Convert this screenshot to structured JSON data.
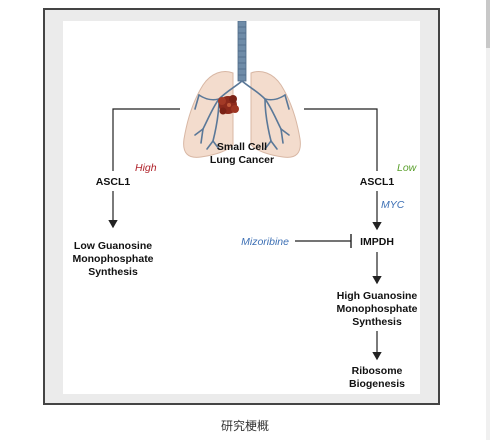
{
  "diagram": {
    "center_label_line1": "Small Cell",
    "center_label_line2": "Lung Cancer",
    "left": {
      "ascl1": "ASCL1",
      "level": "High",
      "outcome_line1": "Low Guanosine",
      "outcome_line2": "Monophosphate",
      "outcome_line3": "Synthesis"
    },
    "right": {
      "ascl1": "ASCL1",
      "level": "Low",
      "myc": "MYC",
      "inhibitor": "Mizoribine",
      "enzyme": "IMPDH",
      "outcome_line1": "High Guanosine",
      "outcome_line2": "Monophosphate",
      "outcome_line3": "Synthesis",
      "final_line1": "Ribosome",
      "final_line2": "Biogenesis"
    },
    "colors": {
      "high": "#b0222a",
      "low": "#5aa02c",
      "blue": "#3c6fb4",
      "lung_fill": "#f3dccd",
      "airway": "#5a7898",
      "tumor": "#8c2a1c"
    }
  },
  "caption": "研究梗概"
}
